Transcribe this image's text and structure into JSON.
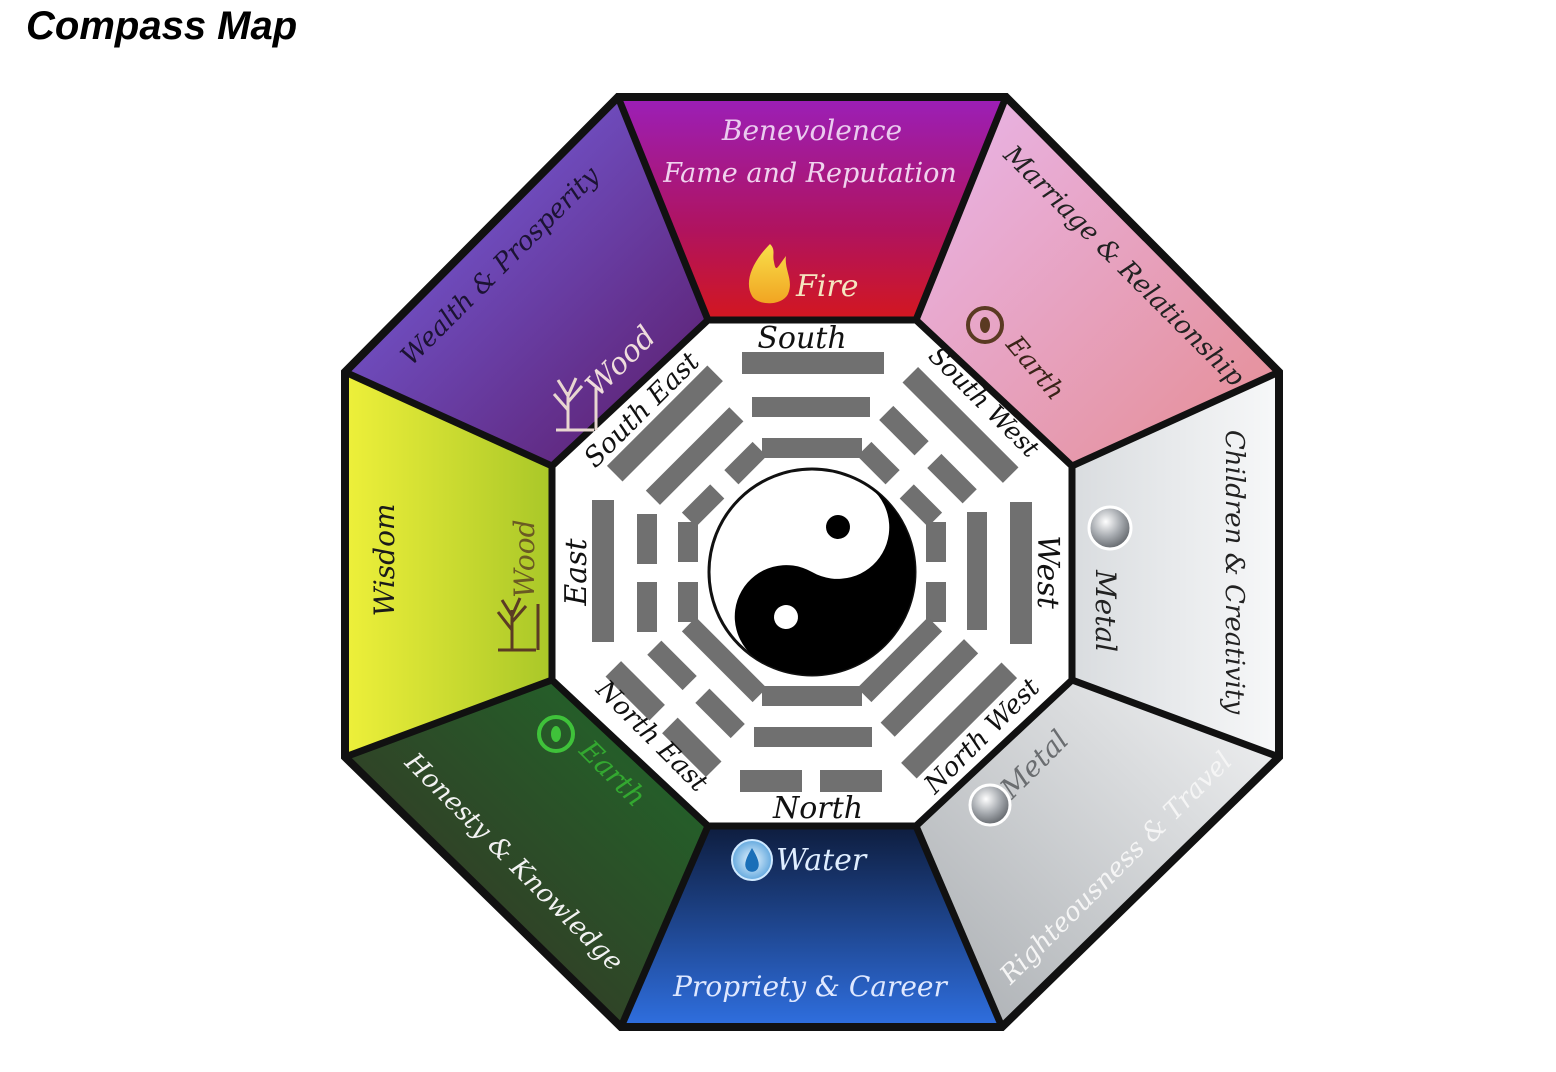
{
  "title": "Compass Map",
  "sectors": {
    "south": {
      "virtue": "Benevolence",
      "aspiration": "Fame and Reputation",
      "element": "Fire",
      "direction": "South"
    },
    "southwest": {
      "aspiration": "Marriage & Relationship",
      "element": "Earth",
      "direction": "South West"
    },
    "west": {
      "aspiration": "Children & Creativity",
      "element": "Metal",
      "direction": "West"
    },
    "northwest": {
      "aspiration": "Righteousness & Travel",
      "element": "Metal",
      "direction": "North West"
    },
    "north": {
      "aspiration": "Propriety & Career",
      "element": "Water",
      "direction": "North"
    },
    "northeast": {
      "aspiration": "Honesty & Knowledge",
      "element": "Earth",
      "direction": "North East"
    },
    "east": {
      "aspiration": "Wisdom",
      "element": "Wood",
      "direction": "East"
    },
    "southeast": {
      "aspiration": "Wealth & Prosperity",
      "element": "Wood",
      "direction": "South East"
    }
  },
  "colors": {
    "south": "#b0135e",
    "southwest": "#e6a0c4",
    "west": "#eef0f2",
    "northwest": "#d4d7da",
    "north": "#1f4fae",
    "northeast": "#2f4a2c",
    "east": "#d2e021",
    "southeast": "#7b52d6",
    "trigram": "#707070"
  },
  "icons": {
    "fire": "flame-icon",
    "earth": "leaf-circle-icon",
    "metal": "metal-orb-icon",
    "water": "water-drop-icon",
    "wood": "tree-icon",
    "center": "yin-yang-icon"
  }
}
